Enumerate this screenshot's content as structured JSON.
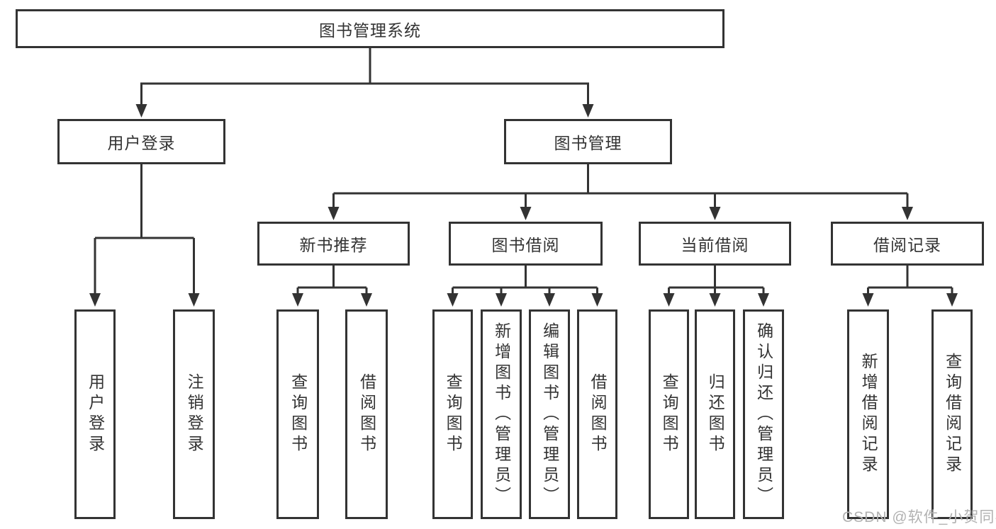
{
  "colors": {
    "line": "#333333",
    "text": "#333333",
    "background": "#ffffff",
    "watermark": "#b2b2b2"
  },
  "tree": {
    "root": "图书管理系统",
    "children": [
      {
        "label": "用户登录",
        "children": [
          "用户登录",
          "注销登录"
        ]
      },
      {
        "label": "图书管理",
        "children": [
          {
            "label": "新书推荐",
            "children": [
              "查询图书",
              "借阅图书"
            ]
          },
          {
            "label": "图书借阅",
            "children": [
              "查询图书",
              "新增图书（管理员）",
              "编辑图书（管理员）",
              "借阅图书"
            ]
          },
          {
            "label": "当前借阅",
            "children": [
              "查询图书",
              "归还图书",
              "确认归还（管理员）"
            ]
          },
          {
            "label": "借阅记录",
            "children": [
              "新增借阅记录",
              "查询借阅记录"
            ]
          }
        ]
      }
    ]
  },
  "watermark": "CSDN @软件_小贺同学"
}
